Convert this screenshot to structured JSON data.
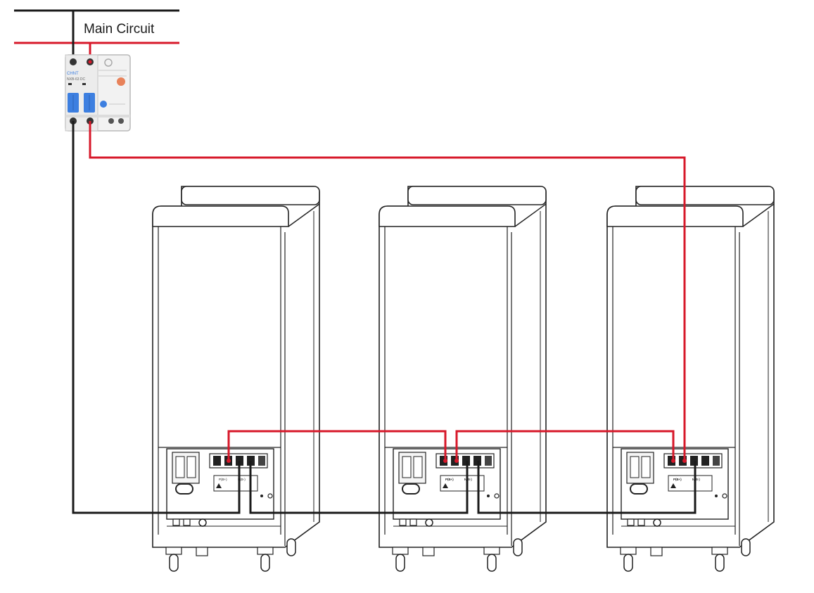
{
  "diagram": {
    "title": "Main Circuit",
    "colors": {
      "positive_wire": "#d7182a",
      "negative_wire": "#1a1a1a",
      "outline": "#222222",
      "breaker_handle": "#3d7fe0",
      "knob": "#e8825a"
    },
    "breaker": {
      "brand": "CHNT",
      "model": "NXB-63 DC",
      "terminals": [
        "-",
        "+",
        "-",
        "+"
      ]
    },
    "batteries": [
      {
        "id": "battery-1",
        "panel_labels": [
          "P(B+)",
          "N(B-)"
        ]
      },
      {
        "id": "battery-2",
        "panel_labels": [
          "P(B+)",
          "N(B-)"
        ]
      },
      {
        "id": "battery-3",
        "panel_labels": [
          "P(B+)",
          "N(B-)"
        ]
      }
    ],
    "icons": [
      "breaker-icon",
      "battery-cabinet-icon",
      "wheel-icon",
      "terminal-icon",
      "warning-icon"
    ]
  }
}
